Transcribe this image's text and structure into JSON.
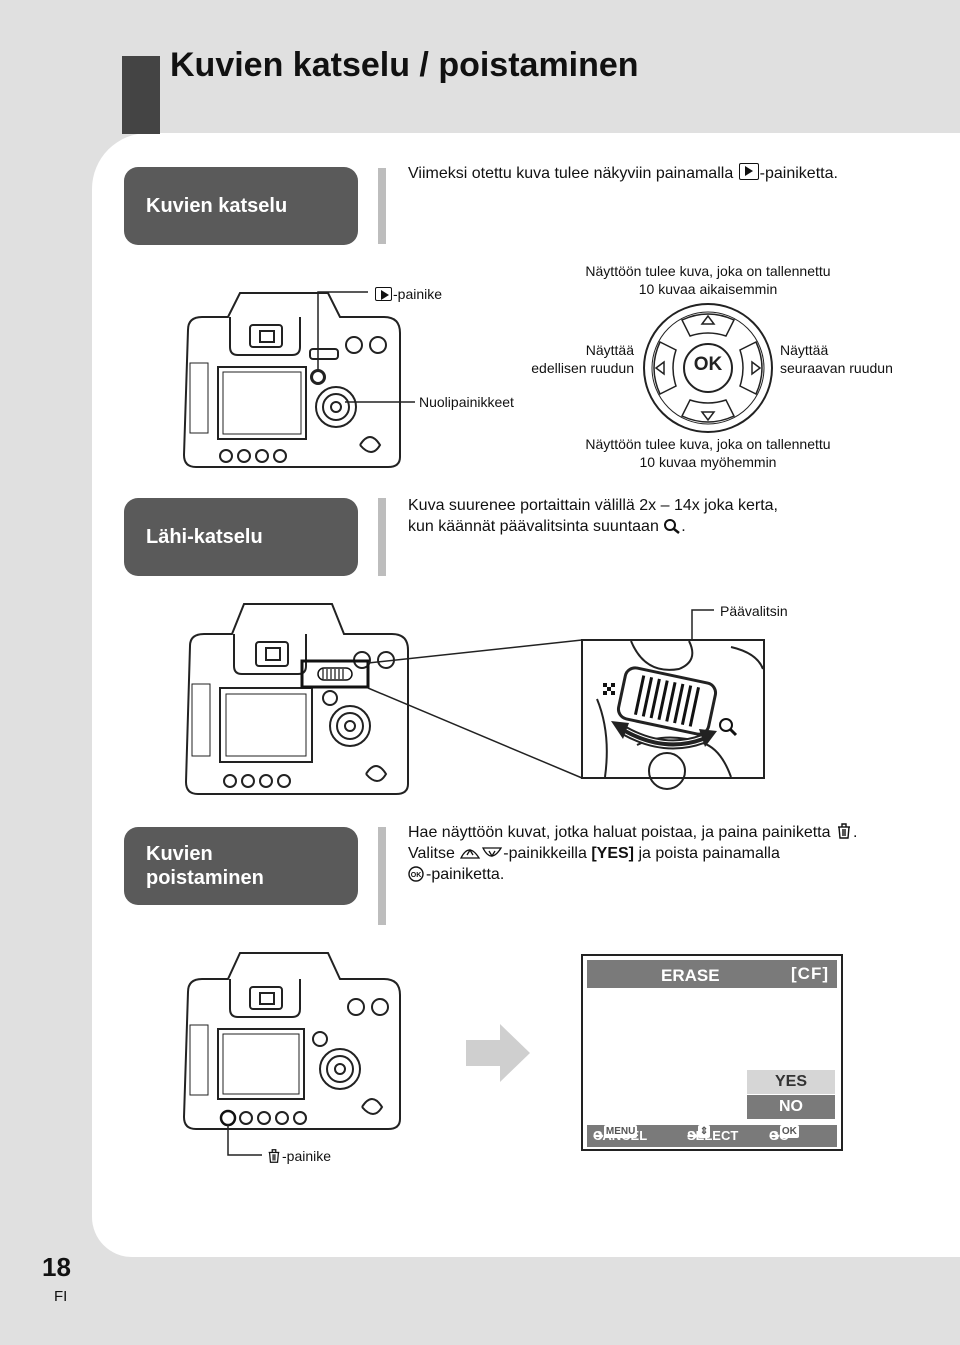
{
  "header": {
    "title": "Kuvien katselu / poistaminen"
  },
  "sections": {
    "view": {
      "label": "Kuvien katselu",
      "text_before": "Viimeksi otettu kuva tulee näkyviin painamalla ",
      "text_after": "-painiketta.",
      "callouts": {
        "play_button": "-painike",
        "arrow_buttons": "Nuolipainikkeet",
        "up_line1": "Näyttöön tulee kuva, joka on tallennettu",
        "up_line2": "10 kuvaa aikaisemmin",
        "left_line1": "Näyttää",
        "left_line2": "edellisen ruudun",
        "right_line1": "Näyttää",
        "right_line2": "seuraavan ruudun",
        "down_line1": "Näyttöön tulee kuva, joka on tallennettu",
        "down_line2": "10 kuvaa myöhemmin",
        "ok_label": "OK"
      }
    },
    "closeup": {
      "label": "Lähi-katselu",
      "line1": "Kuva suurenee portaittain välillä 2x – 14x joka kerta,",
      "line2": "kun käännät päävalitsinta suuntaan ",
      "line2_end": ".",
      "dial_label": "Päävalitsin"
    },
    "erase": {
      "label_line1": "Kuvien",
      "label_line2": "poistaminen",
      "line1": "Hae näyttöön kuvat, jotka haluat poistaa, ja paina painiketta ",
      "line1_end": ".",
      "line2_a": "Valitse ",
      "line2_b": "-painikkeilla ",
      "line2_bold": "[YES]",
      "line2_c": " ja poista painamalla",
      "line3": "-painiketta.",
      "trash_button": "-painike",
      "screen": {
        "title": "ERASE",
        "card": "[CF]",
        "option_yes": "YES",
        "option_no": "NO",
        "cancel": "CANCEL",
        "menu_key": "MENU",
        "select": "SELECT",
        "go": "GO",
        "ok_key": "OK"
      }
    }
  },
  "footer": {
    "page_number": "18",
    "language": "FI"
  }
}
